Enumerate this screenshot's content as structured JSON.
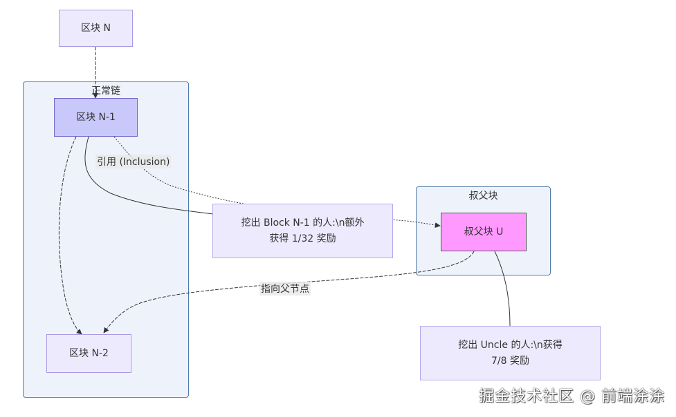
{
  "clusters": {
    "main": {
      "title": "正常链"
    },
    "uncle": {
      "title": "叔父块"
    }
  },
  "nodes": {
    "block_n": "区块 N",
    "block_n1": "区块 N-1",
    "block_n2": "区块 N-2",
    "uncle_u": "叔父块 U",
    "note_n1_line1": "挖出 Block N-1 的人:\\n额外",
    "note_n1_line2": "获得 1/32 奖励",
    "note_uncle_line1": "挖出 Uncle 的人:\\n获得",
    "note_uncle_line2": "7/8 奖励"
  },
  "edges": {
    "inclusion_label": "引用 (Inclusion)",
    "parent_label": "指向父节点"
  },
  "watermark": "掘金技术社区 @ 前端涂涂",
  "colors": {
    "cluster_fill": "#eef3fb",
    "cluster_border": "#4e79a7",
    "node_fill": "#ececff",
    "selected_fill": "#c8c8fa",
    "uncle_fill": "#ff99ff",
    "edge": "#333333"
  }
}
